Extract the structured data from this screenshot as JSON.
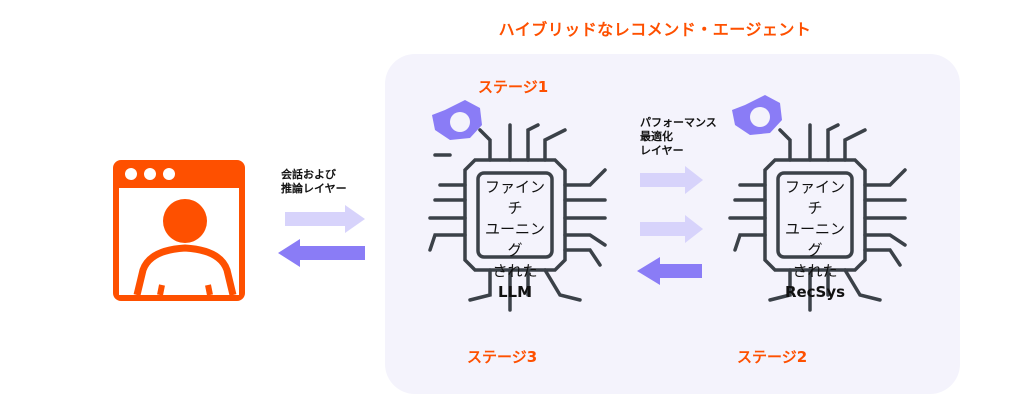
{
  "title": "ハイブリッドなレコメンド・エージェント",
  "stages": {
    "stage1": "ステージ1",
    "stage2": "ステージ2",
    "stage3": "ステージ3"
  },
  "layers": {
    "conversation_line1": "会話および",
    "conversation_line2": "推論レイヤー",
    "performance_line1": "パフォーマンス",
    "performance_line2": "最適化",
    "performance_line3": "レイヤー"
  },
  "chips": {
    "llm": {
      "lines": [
        "ファインチ",
        "ユーニング",
        "された",
        "LLM"
      ]
    },
    "recsys": {
      "lines": [
        "ファインチ",
        "ユーニング",
        "された",
        "RecSys"
      ]
    }
  },
  "colors": {
    "accent_orange": "#fe5000",
    "arrow_light": "#d7d3fb",
    "arrow_dark": "#8a7cf6",
    "gear": "#8a7cf6",
    "chip_stroke": "#3b4148",
    "panel_bg": "#f4f3fc"
  }
}
